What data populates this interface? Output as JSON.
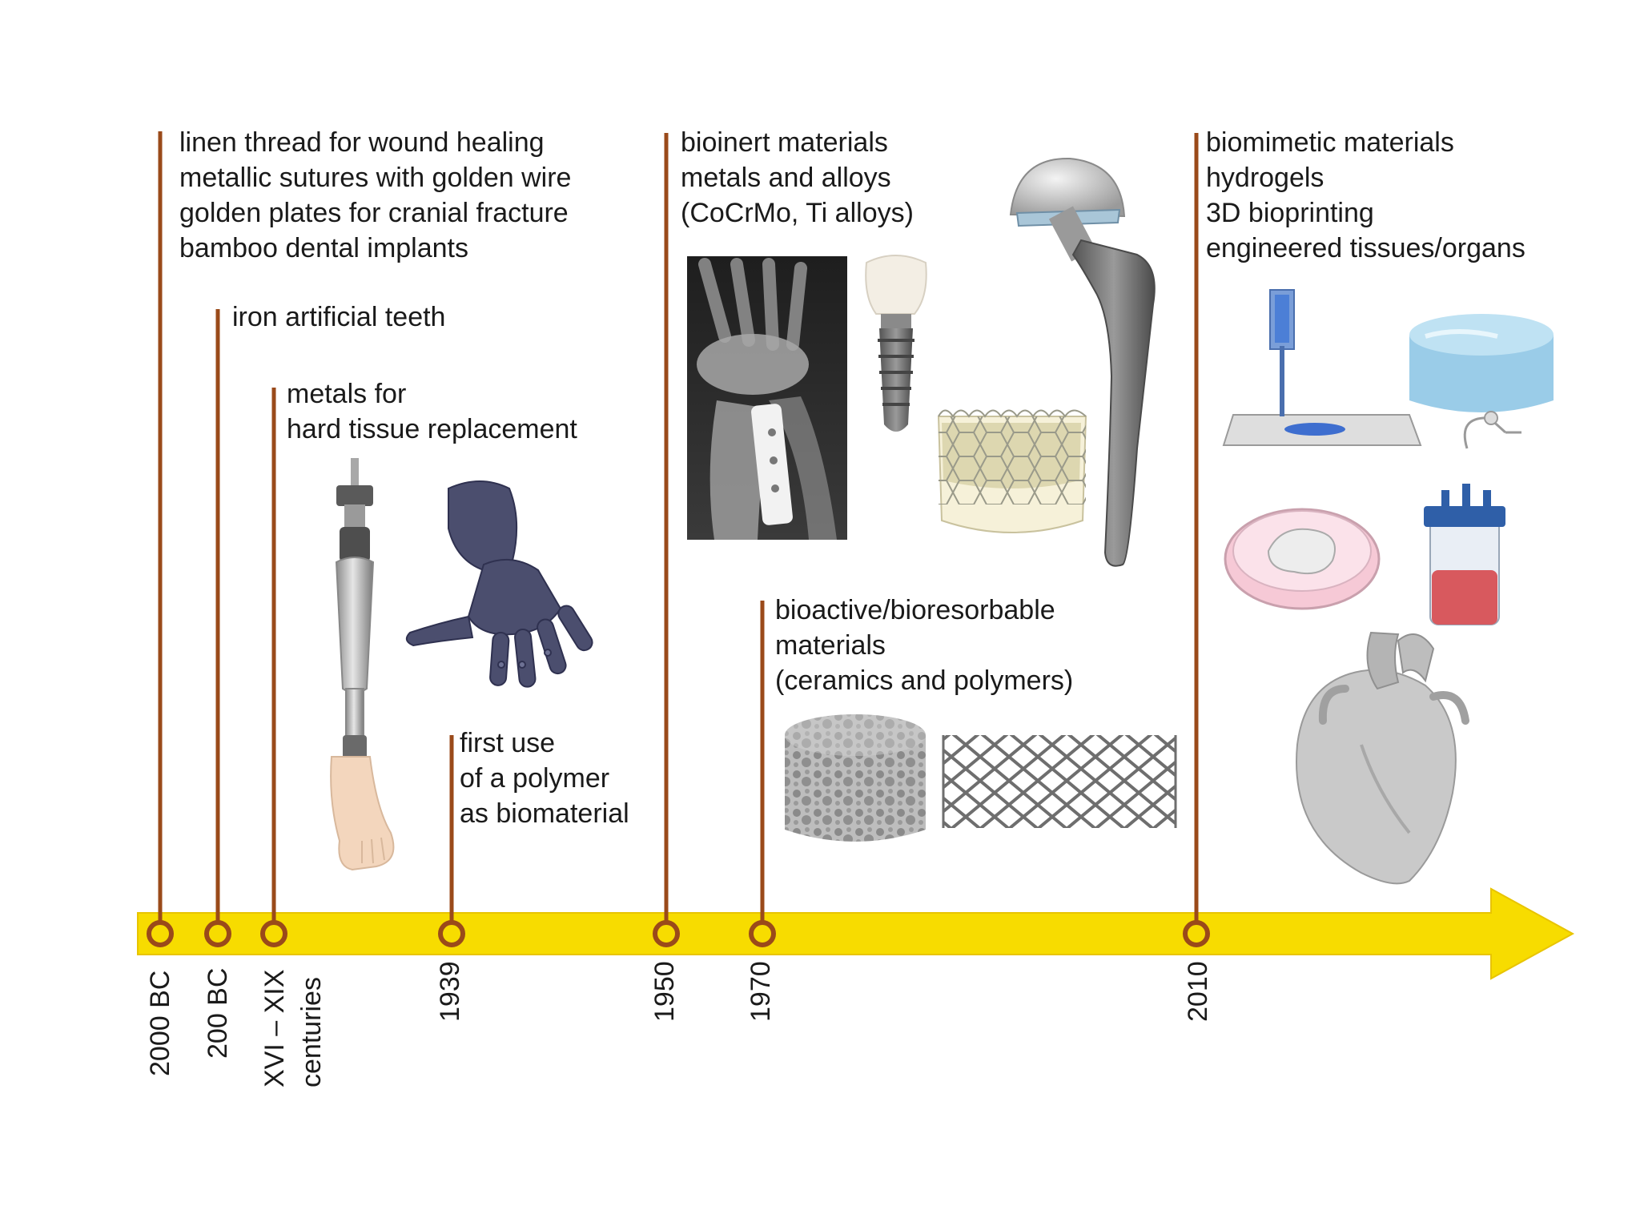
{
  "events": [
    {
      "date_lines": [
        "2000 BC"
      ],
      "lines": [
        "linen thread for wound healing",
        "metallic sutures with golden wire",
        "golden plates for cranial fracture",
        "bamboo dental implants"
      ]
    },
    {
      "date_lines": [
        "200 BC"
      ],
      "lines": [
        "iron artificial teeth"
      ]
    },
    {
      "date_lines": [
        "XVI – XIX",
        "centuries"
      ],
      "lines": [
        "metals for",
        "hard tissue replacement"
      ]
    },
    {
      "date_lines": [
        "1939"
      ],
      "lines": [
        "first use",
        "of a polymer",
        "as biomaterial"
      ]
    },
    {
      "date_lines": [
        "1950"
      ],
      "lines": [
        "bioinert materials",
        "metals and alloys",
        "(CoCrMo, Ti alloys)"
      ]
    },
    {
      "date_lines": [
        "1970"
      ],
      "lines": [
        "bioactive/bioresorbable",
        "materials",
        "(ceramics and polymers)"
      ]
    },
    {
      "date_lines": [
        "2010"
      ],
      "lines": [
        "biomimetic materials",
        "hydrogels",
        "3D bioprinting",
        "engineered tissues/organs"
      ]
    }
  ],
  "colors": {
    "arrow": "#f7dc00",
    "arrow_edge": "#e8c400",
    "marker": "#9a4a1a",
    "text": "#1a1a1a"
  },
  "illustrations": [
    "prosthetic-leg-icon",
    "prosthetic-hand-icon",
    "wrist-xray-icon",
    "dental-implant-icon",
    "heart-valve-stent-icon",
    "hip-implant-icon",
    "porous-scaffold-icon",
    "mesh-stent-icon",
    "bioprinter-icon",
    "hydrogel-dish-icon",
    "petri-dish-icon",
    "bioreactor-icon",
    "heart-icon"
  ]
}
